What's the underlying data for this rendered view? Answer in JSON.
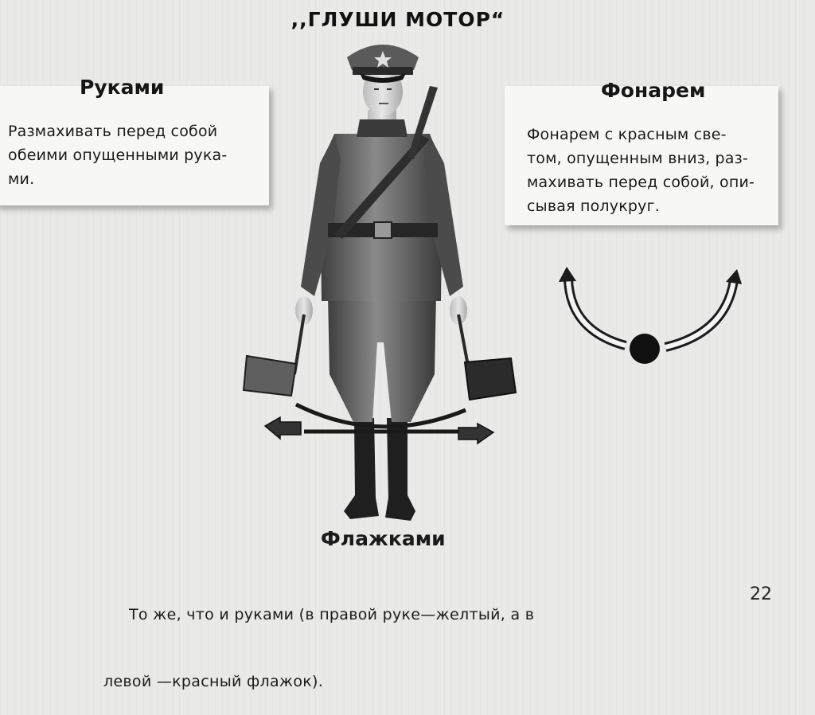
{
  "title": ",,ГЛУШИ МОТОР“",
  "hands": {
    "heading": "Руками",
    "text": "Размахивать перед собой\nобеими опущенными рука-\nми."
  },
  "lantern": {
    "heading": "Фонарем",
    "text": "Фонарем с красным све-\nтом, опущенным вниз, раз-\nмахивать перед собой, опи-\nсывая полукруг."
  },
  "flags": {
    "heading": "Флажками",
    "line1": "То же, что и руками (в правой руке—желтый, а в",
    "line2": "левой —красный флажок)."
  },
  "page_number": "22",
  "colors": {
    "background": "#e9e9e7",
    "ink": "#1b1b1b",
    "uniform": "#6e6e6e",
    "lamp": "#101010"
  },
  "icons": [
    "soldier-illustration",
    "left-flag-icon",
    "right-flag-icon",
    "swing-arrow-left-icon",
    "swing-arrow-right-icon",
    "semicircle-arrow-left-icon",
    "semicircle-arrow-right-icon",
    "lamp-dot-icon"
  ]
}
